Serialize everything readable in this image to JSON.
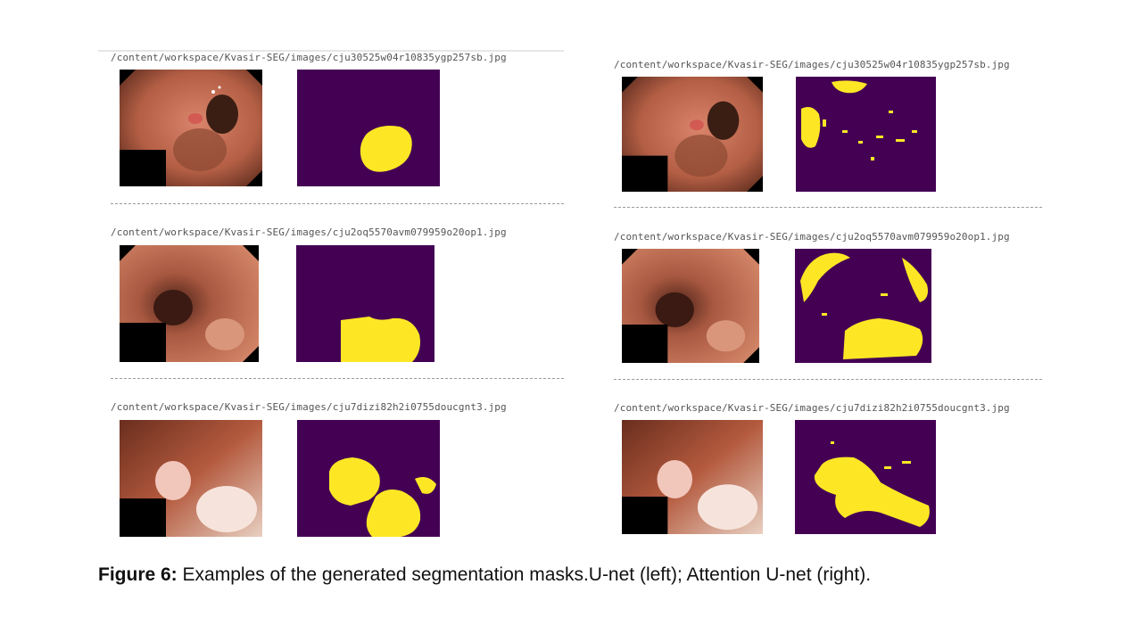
{
  "left_panel": {
    "rows": [
      {
        "path": "/content/workspace/Kvasir-SEG/images/cju30525w04r10835ygp257sb.jpg"
      },
      {
        "path": "/content/workspace/Kvasir-SEG/images/cju2oq5570avm079959o20op1.jpg"
      },
      {
        "path": "/content/workspace/Kvasir-SEG/images/cju7dizi82h2i0755doucgnt3.jpg"
      }
    ]
  },
  "right_panel": {
    "rows": [
      {
        "path": "/content/workspace/Kvasir-SEG/images/cju30525w04r10835ygp257sb.jpg"
      },
      {
        "path": "/content/workspace/Kvasir-SEG/images/cju2oq5570avm079959o20op1.jpg"
      },
      {
        "path": "/content/workspace/Kvasir-SEG/images/cju7dizi82h2i0755doucgnt3.jpg"
      }
    ]
  },
  "caption": {
    "label": "Figure 6:",
    "text": " Examples of the generated segmentation masks.U-net (left); Attention U-net (right)."
  },
  "colors": {
    "mask_background": "#440154",
    "mask_foreground": "#fde725",
    "tissue": "#c9735a"
  }
}
